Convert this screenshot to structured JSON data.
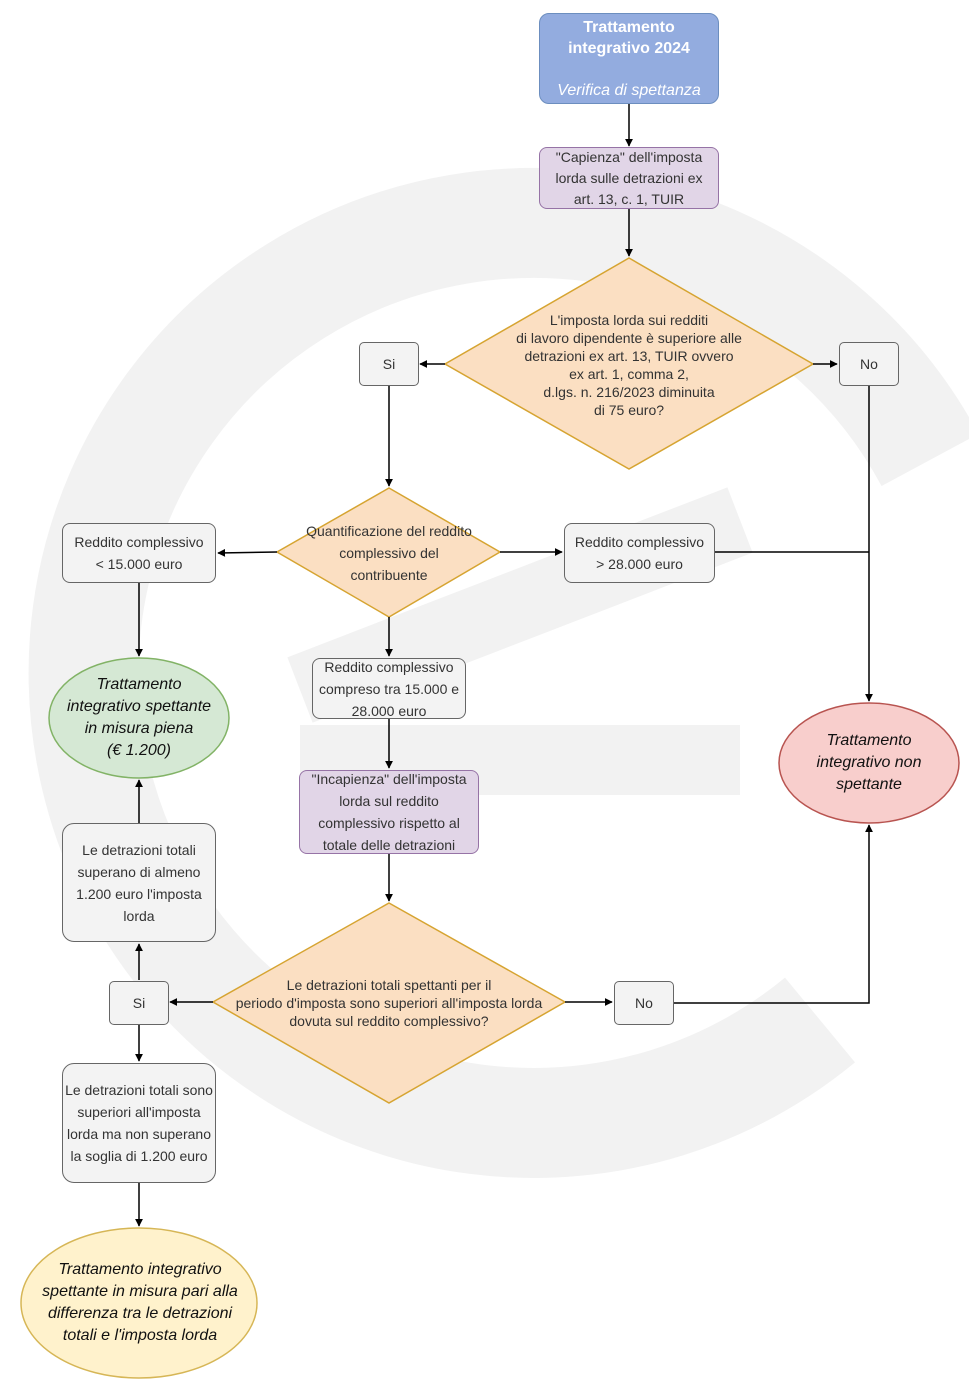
{
  "diagram": {
    "title": {
      "line1": "Trattamento",
      "line2": "integrativo 2024",
      "subtitle": "Verifica di spettanza"
    },
    "capienza": "\"Capienza\" dell'imposta lorda sulle detrazioni ex art. 13, c. 1, TUIR",
    "decision1": [
      "L'imposta lorda sui redditi",
      "di lavoro dipendente è superiore alle",
      "detrazioni ex art. 13, TUIR ovvero",
      "ex art. 1, comma 2,",
      "d.lgs. n. 216/2023 diminuita",
      "di 75 euro?"
    ],
    "yes1": "Si",
    "no1": "No",
    "decision2": "Quantificazione del reddito complessivo del contribuente",
    "reddito_low": [
      "Reddito complessivo",
      "< 15.000 euro"
    ],
    "reddito_high": [
      "Reddito complessivo",
      "> 28.000 euro"
    ],
    "reddito_mid": "Reddito complessivo compreso tra 15.000 e 28.000 euro",
    "incapienza": "\"Incapienza\" dell'imposta lorda sul reddito complessivo rispetto al totale delle detrazioni",
    "full_treatment": [
      "Trattamento",
      "integrativo spettante",
      "in misura piena",
      "(€ 1.200)"
    ],
    "not_due": [
      "Trattamento",
      "integrativo non",
      "spettante"
    ],
    "detrazioni_superano": "Le detrazioni totali superano di almeno 1.200 euro l'imposta lorda",
    "decision3": [
      "Le detrazioni totali spettanti per il",
      "periodo d'imposta sono superiori all'imposta lorda",
      "dovuta sul reddito complessivo?"
    ],
    "yes2": "Si",
    "no2": "No",
    "detrazioni_non_superano": "Le detrazioni totali sono superiori all'imposta lorda ma non superano la soglia di 1.200 euro",
    "partial_treatment": [
      "Trattamento integrativo",
      "spettante in misura pari alla",
      "differenza tra le detrazioni",
      "totali e l'imposta lorda"
    ]
  },
  "colors": {
    "title_fill": "#93acdf",
    "purple_fill": "#e1d5e7",
    "diamond_fill": "#fbdfc2",
    "diamond_stroke": "#d6a431",
    "green_fill": "#d5e8d4",
    "red_fill": "#f8cecc",
    "yellow_fill": "#fff2cc",
    "box_fill": "#f3f3f3"
  }
}
